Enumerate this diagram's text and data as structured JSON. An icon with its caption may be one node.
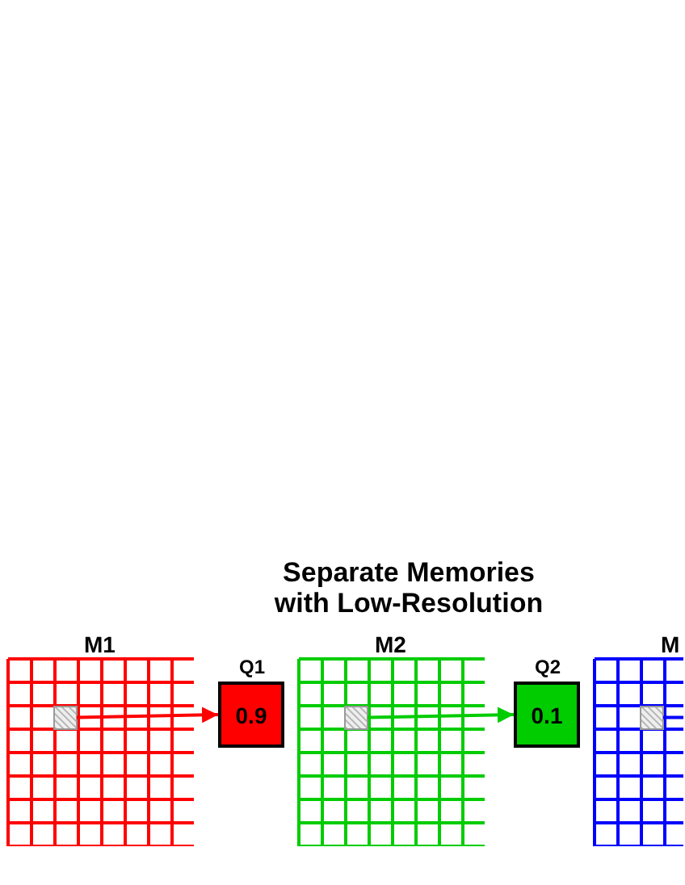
{
  "diagram": {
    "title": "Separate Memories with Low-Resolution",
    "nodes": [
      {
        "text": [
          "M1"
        ]
      },
      {
        "text": [],
        "shape": "box",
        "in": 0
      },
      {
        "text": [
          "Q1",
          "0.9"
        ]
      },
      {
        "text": [
          "M2"
        ]
      },
      {
        "text": [],
        "shape": "box",
        "in": 3
      },
      {
        "text": [
          "Q2",
          "0.1"
        ]
      },
      {
        "text": [
          "M"
        ]
      },
      {
        "text": [],
        "shape": "box",
        "in": 6
      }
    ],
    "edges": [
      {
        "from": 1,
        "to": 2,
        "arrow": "to",
        "color": "#ff0000"
      },
      {
        "from": 4,
        "to": 5,
        "arrow": "to",
        "color": "#00cc00"
      },
      {
        "from": 7,
        "to": null,
        "arrow": "none",
        "color": "#0000ff"
      }
    ]
  }
}
